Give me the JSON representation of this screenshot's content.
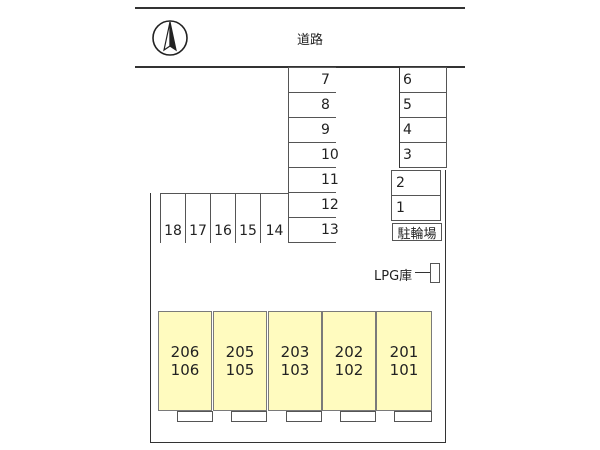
{
  "road_label": "道路",
  "north_icon": "north-arrow-icon",
  "parking_left_column": [
    "7",
    "8",
    "9",
    "10",
    "11",
    "12",
    "13"
  ],
  "parking_right_column": [
    "6",
    "5",
    "4",
    "3"
  ],
  "parking_small_block": [
    "2",
    "1"
  ],
  "parking_bottom_row": [
    "18",
    "17",
    "16",
    "15",
    "14"
  ],
  "bike_parking_label": "駐輪場",
  "lpg_label": "LPG庫",
  "units": [
    {
      "upper": "206",
      "lower": "106"
    },
    {
      "upper": "205",
      "lower": "105"
    },
    {
      "upper": "203",
      "lower": "103"
    },
    {
      "upper": "202",
      "lower": "102"
    },
    {
      "upper": "201",
      "lower": "101"
    }
  ],
  "colors": {
    "unit_fill": "#fffbbf",
    "line": "#333333"
  }
}
